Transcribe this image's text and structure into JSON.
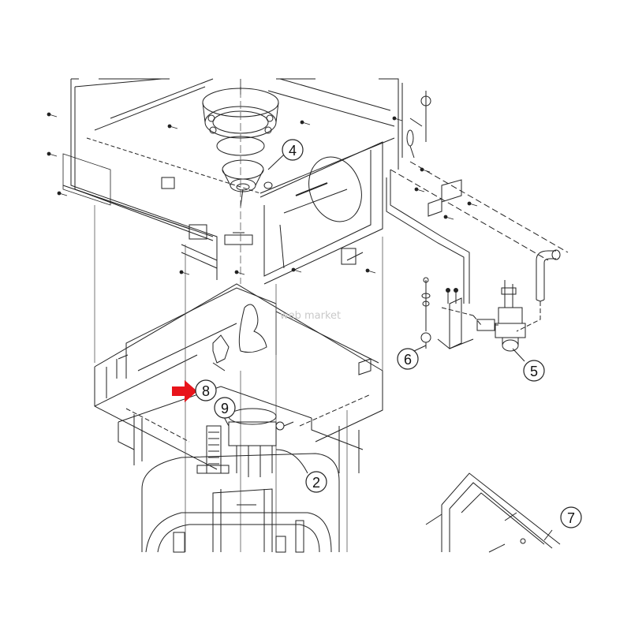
{
  "watermark": "web market",
  "callouts": [
    {
      "id": "c2",
      "label": "2"
    },
    {
      "id": "c4",
      "label": "4"
    },
    {
      "id": "c5",
      "label": "5"
    },
    {
      "id": "c6",
      "label": "6"
    },
    {
      "id": "c7",
      "label": "7"
    },
    {
      "id": "c8",
      "label": "8"
    },
    {
      "id": "c9",
      "label": "9"
    }
  ],
  "colors": {
    "line": "#222222",
    "hidden_line": "#555555",
    "arrow": "#e8141b",
    "background": "#ffffff"
  }
}
